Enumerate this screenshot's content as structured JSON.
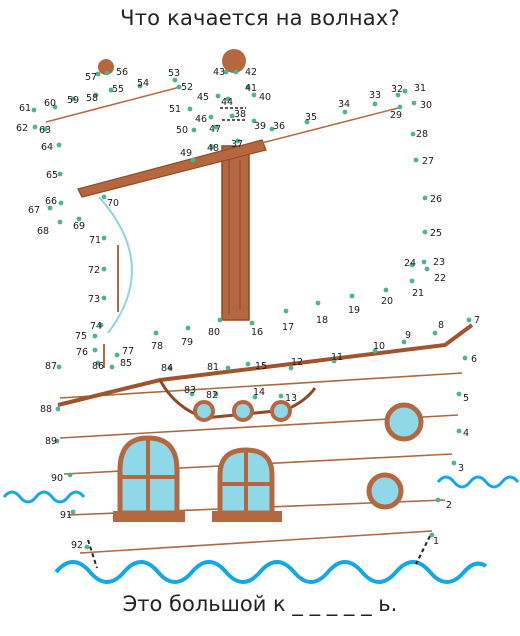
{
  "title": "Что качается на волнах?",
  "answer_prompt": "Это большой к _ _ _ _ _ ь.",
  "colors": {
    "wood": "#b5673f",
    "wood_dark": "#8e4a27",
    "dot": "#4bb58c",
    "wave": "#12a7e6",
    "glass": "#8fd8e8",
    "sail_line": "#8fd3e0"
  },
  "icons": [
    "mast",
    "portholes",
    "arched-windows",
    "waves",
    "flag-balls"
  ],
  "dot_labels": [
    "1",
    "2",
    "3",
    "4",
    "5",
    "6",
    "7",
    "8",
    "9",
    "10",
    "11",
    "12",
    "13",
    "14",
    "15",
    "16",
    "17",
    "18",
    "19",
    "20",
    "21",
    "22",
    "23",
    "24",
    "25",
    "26",
    "27",
    "28",
    "29",
    "30",
    "31",
    "32",
    "33",
    "34",
    "35",
    "36",
    "37",
    "38",
    "39",
    "40",
    "41",
    "42",
    "43",
    "44",
    "45",
    "46",
    "47",
    "48",
    "49",
    "50",
    "51",
    "52",
    "53",
    "54",
    "55",
    "56",
    "57",
    "58",
    "59",
    "60",
    "61",
    "62",
    "63",
    "64",
    "65",
    "66",
    "67",
    "68",
    "69",
    "70",
    "71",
    "72",
    "73",
    "74",
    "75",
    "76",
    "77",
    "78",
    "79",
    "80",
    "81",
    "82",
    "83",
    "84",
    "85",
    "86",
    "87",
    "88",
    "89",
    "90",
    "91",
    "92"
  ]
}
